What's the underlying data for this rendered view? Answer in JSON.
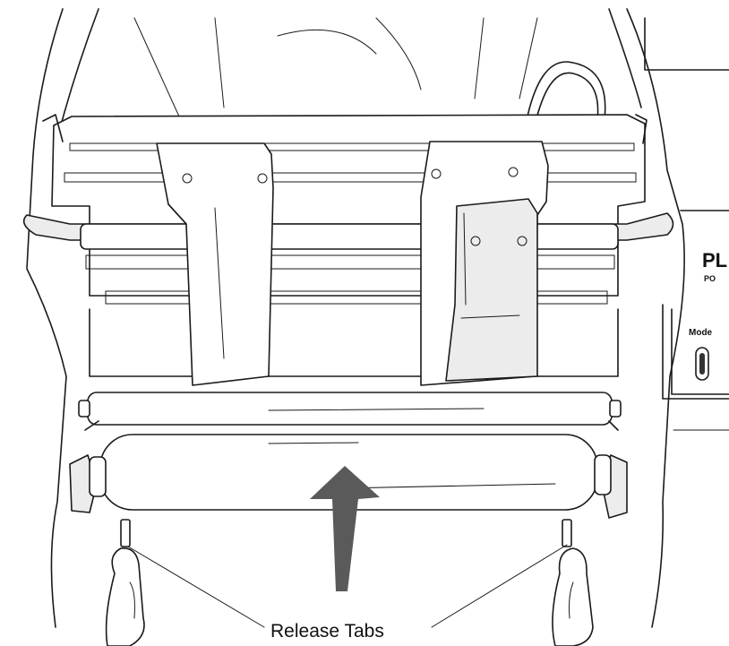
{
  "diagram": {
    "callout_label": "Release Tabs",
    "panel_brand_text": "PL",
    "panel_brand_subtext": "PO",
    "mode_button_label": "Mode",
    "arrow_color": "#5a5a5a",
    "icons": [
      "up-arrow-icon",
      "mode-button-icon"
    ]
  }
}
